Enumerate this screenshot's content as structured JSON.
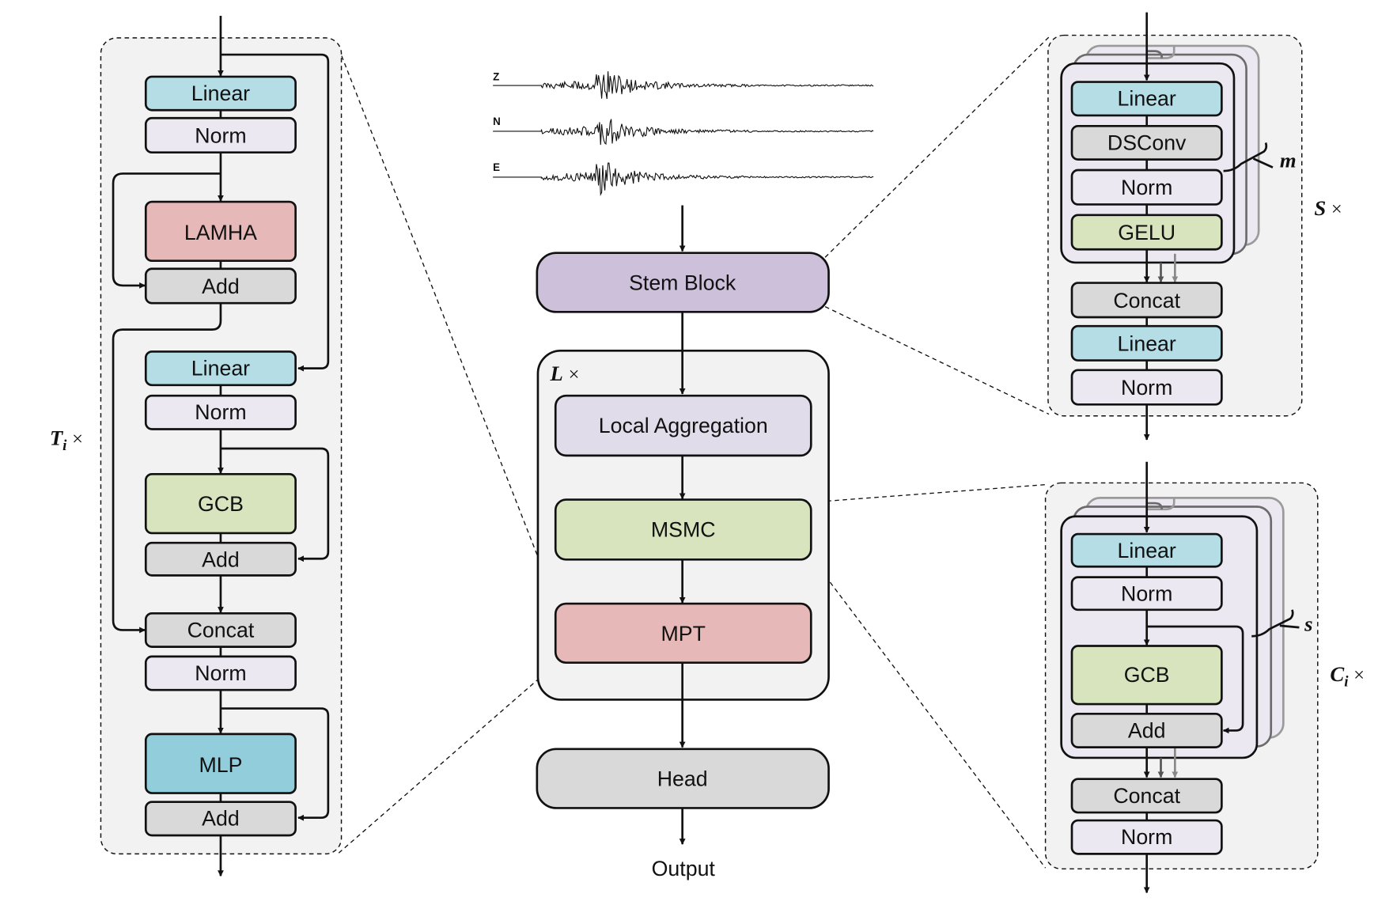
{
  "colors": {
    "panel_fill": "#f2f2f2",
    "linear": "#b4dde6",
    "norm": "#ebe8f1",
    "attention": "#e6b8b7",
    "add_concat": "#d9d9d9",
    "gcb": "#d7e4bd",
    "mlp": "#92cddc",
    "stem": "#ccc0da",
    "local_aggregation": "#e0dcea",
    "head": "#d9d9d9",
    "line": "#111111"
  },
  "signals": {
    "channels": [
      "Z",
      "N",
      "E"
    ]
  },
  "main": {
    "stem": "Stem Block",
    "repeat_label": "L",
    "local_aggregation": "Local Aggregation",
    "msmc": "MSMC",
    "mpt": "MPT",
    "head": "Head",
    "output": "Output"
  },
  "mpt_panel": {
    "repeat_label": "T",
    "repeat_sub": "i",
    "blocks": [
      "Linear",
      "Norm",
      "LAMHA",
      "Add",
      "Linear",
      "Norm",
      "GCB",
      "Add",
      "Concat",
      "Norm",
      "MLP",
      "Add"
    ]
  },
  "stem_panel": {
    "repeat_label": "S",
    "branch_label": "m",
    "branch_blocks": [
      "Linear",
      "DSConv",
      "Norm",
      "GELU"
    ],
    "tail_blocks": [
      "Concat",
      "Linear",
      "Norm"
    ]
  },
  "msmc_panel": {
    "repeat_label": "C",
    "repeat_sub": "i",
    "branch_label": "s",
    "branch_blocks": [
      "Linear",
      "Norm",
      "GCB",
      "Add"
    ],
    "tail_blocks": [
      "Concat",
      "Norm"
    ]
  },
  "times_symbol": "×"
}
